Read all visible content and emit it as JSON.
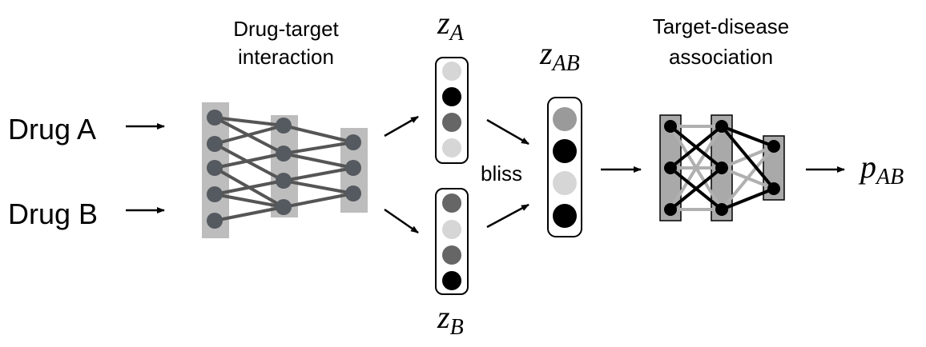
{
  "inputs": {
    "drug_a": "Drug A",
    "drug_b": "Drug B"
  },
  "dti": {
    "title_line1": "Drug-target",
    "title_line2": "interaction"
  },
  "tda": {
    "title_line1": "Target-disease",
    "title_line2": "association"
  },
  "embeddings": {
    "za_base": "z",
    "za_sub": "A",
    "zb_base": "z",
    "zb_sub": "B",
    "zab_base": "z",
    "zab_sub": "AB",
    "za_shades": [
      "#d6d6d6",
      "#000000",
      "#666666",
      "#d6d6d6"
    ],
    "zb_shades": [
      "#666666",
      "#d6d6d6",
      "#666666",
      "#000000"
    ],
    "zab_shades": [
      "#9a9a9a",
      "#000000",
      "#d6d6d6",
      "#000000"
    ]
  },
  "combine": {
    "label": "bliss"
  },
  "output": {
    "base": "p",
    "sub": "AB"
  },
  "colors": {
    "layer_fill": "#bdbdbd",
    "node_dark": "#555a60",
    "edge_dark": "#555555",
    "tda_layer_fill": "#a9a9a9",
    "edge_light": "#b0b0b0",
    "edge_black": "#000000"
  }
}
